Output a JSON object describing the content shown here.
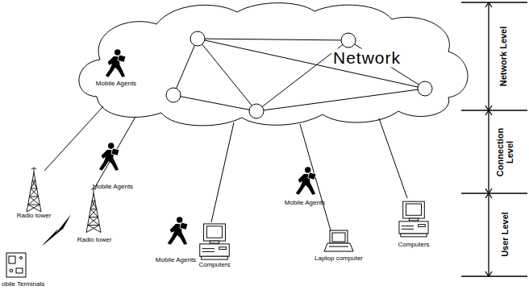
{
  "diagram": {
    "nodes": [
      {
        "text": [
          "Network"
        ]
      }
    ],
    "labels": [
      "Mobile Agents",
      "Radio tower",
      "Mobile Agents",
      "Radio tower",
      "obile Terminals",
      "Mobile Agents",
      "Computers",
      "Mobile Agents",
      "Laptop computer",
      "Computers",
      "Network Level",
      "Connection Level",
      "User Level"
    ]
  }
}
